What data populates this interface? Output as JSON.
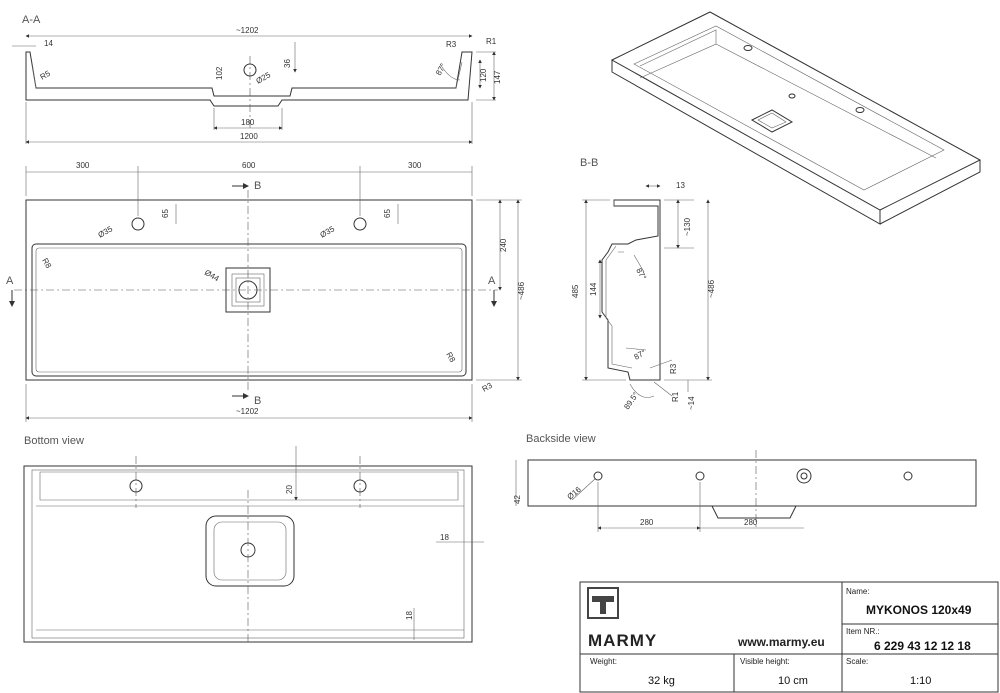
{
  "views": {
    "section_aa": "A-A",
    "section_bb": "B-B",
    "bottom": "Bottom view",
    "backside": "Backside view"
  },
  "section_aa": {
    "overall_width": "~1202",
    "offset_left": "14",
    "outlet_width": "180",
    "base_width": "1200",
    "height_102": "102",
    "height_36": "36",
    "height_120": "120",
    "height_147": "147",
    "overflow_dia": "Ø25",
    "radius_left": "R5",
    "radius_top": "R3",
    "radius_edge": "R1",
    "angle": "87°"
  },
  "top_view": {
    "spacing_left": "300",
    "spacing_mid": "600",
    "spacing_right": "300",
    "hole_offset": "65",
    "hole_left_dia": "Ø35",
    "hole_right_dia": "Ø35",
    "drain_dia": "Ø44",
    "radius_left": "R8",
    "radius_right": "R8",
    "corner_radius": "R3",
    "depth_240": "240",
    "depth_486": "~486",
    "overall_width": "~1202",
    "marker_a": "A",
    "marker_b": "B"
  },
  "section_bb": {
    "top_13": "13",
    "depth_130": "~130",
    "height_485": "485",
    "height_144": "144",
    "depth_486": "~486",
    "angle_87a": "87°",
    "angle_87b": "87°",
    "angle_89": "89.5°",
    "radius_r3": "R3",
    "radius_r1": "R1",
    "depth_14": "~14"
  },
  "bottom_view": {
    "dim_20": "20",
    "dim_18a": "18",
    "dim_18b": "18"
  },
  "backside_view": {
    "dim_42": "42",
    "hole_dia": "Ø16",
    "spacing_a": "280",
    "spacing_b": "280"
  },
  "title_block": {
    "brand": "MARMY",
    "website": "www.marmy.eu",
    "name_label": "Name:",
    "name_value": "MYKONOS 120x49",
    "item_label": "Item NR.:",
    "item_value": "6 229 43 12 12 18",
    "weight_label": "Weight:",
    "weight_value": "32 kg",
    "visible_height_label": "Visible height:",
    "visible_height_value": "10 cm",
    "scale_label": "Scale:",
    "scale_value": "1:10"
  }
}
